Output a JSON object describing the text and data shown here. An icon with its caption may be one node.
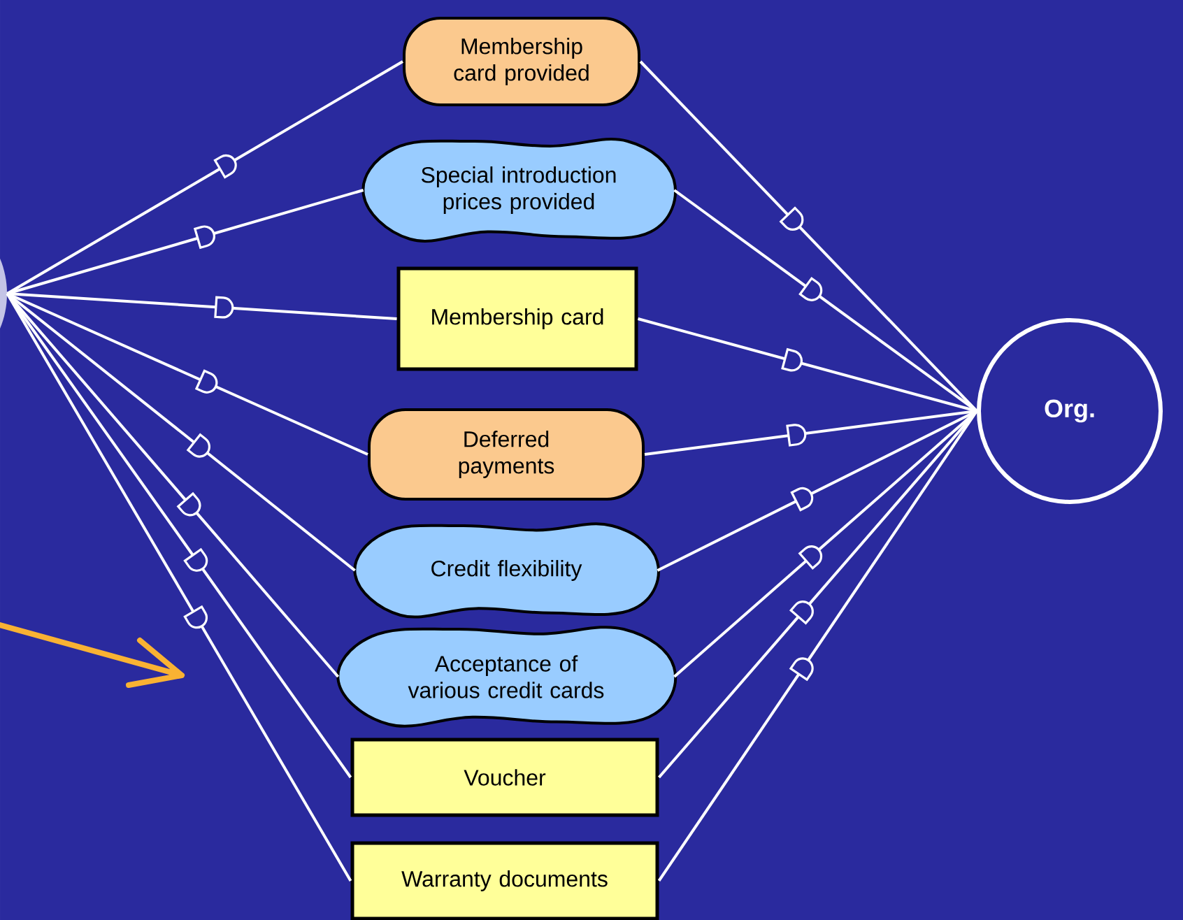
{
  "diagram": {
    "nodes": [
      {
        "text": [],
        "shape": "circle"
      },
      {
        "text": [
          "Membership card provided"
        ]
      },
      {
        "text": [
          "Special introduction prices provided"
        ]
      },
      {
        "text": [
          "Membership card"
        ]
      },
      {
        "text": [
          "Deferred payments"
        ]
      },
      {
        "text": [
          "Credit flexibility"
        ]
      },
      {
        "text": [
          "Acceptance of various credit cards"
        ]
      },
      {
        "text": [
          "Voucher"
        ]
      },
      {
        "text": [
          "Warranty documents"
        ]
      },
      {
        "text": [
          "Org."
        ]
      }
    ],
    "edges": [
      {
        "from": 0,
        "to": 1,
        "arrow": "none"
      },
      {
        "from": 0,
        "to": 2,
        "arrow": "none"
      },
      {
        "from": 0,
        "to": 3,
        "arrow": "none"
      },
      {
        "from": 0,
        "to": 4,
        "arrow": "none"
      },
      {
        "from": 0,
        "to": 5,
        "arrow": "none"
      },
      {
        "from": 0,
        "to": 6,
        "arrow": "none"
      },
      {
        "from": 0,
        "to": 7,
        "arrow": "none"
      },
      {
        "from": 0,
        "to": 8,
        "arrow": "none"
      },
      {
        "from": 1,
        "to": 9,
        "arrow": "none"
      },
      {
        "from": 2,
        "to": 9,
        "arrow": "none"
      },
      {
        "from": 3,
        "to": 9,
        "arrow": "none"
      },
      {
        "from": 4,
        "to": 9,
        "arrow": "none"
      },
      {
        "from": 5,
        "to": 9,
        "arrow": "none"
      },
      {
        "from": 6,
        "to": 9,
        "arrow": "none"
      },
      {
        "from": 7,
        "to": 9,
        "arrow": "none"
      },
      {
        "from": 8,
        "to": 9,
        "arrow": "none"
      }
    ]
  }
}
